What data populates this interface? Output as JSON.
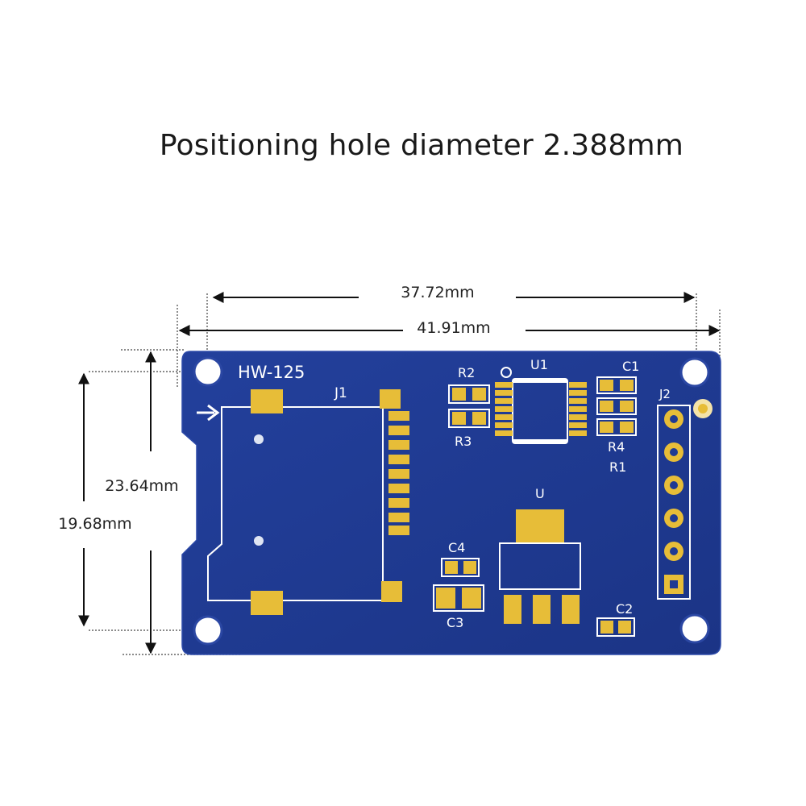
{
  "title": "Positioning hole diameter 2.388mm",
  "dimensions": {
    "hole_spacing_width": "37.72mm",
    "board_width": "41.91mm",
    "board_height": "23.64mm",
    "hole_spacing_height": "19.68mm"
  },
  "board": {
    "name": "HW-125",
    "color": "#1f3a93",
    "pad_color": "#e7bd38",
    "silkscreen_color": "#ffffff",
    "labels": {
      "j1": "J1",
      "u1": "U1",
      "r2": "R2",
      "r3": "R3",
      "c1": "C1",
      "r4": "R4",
      "r1": "R1",
      "j2": "J2",
      "u": "U",
      "c4": "C4",
      "c3": "C3",
      "c2": "C2"
    }
  }
}
